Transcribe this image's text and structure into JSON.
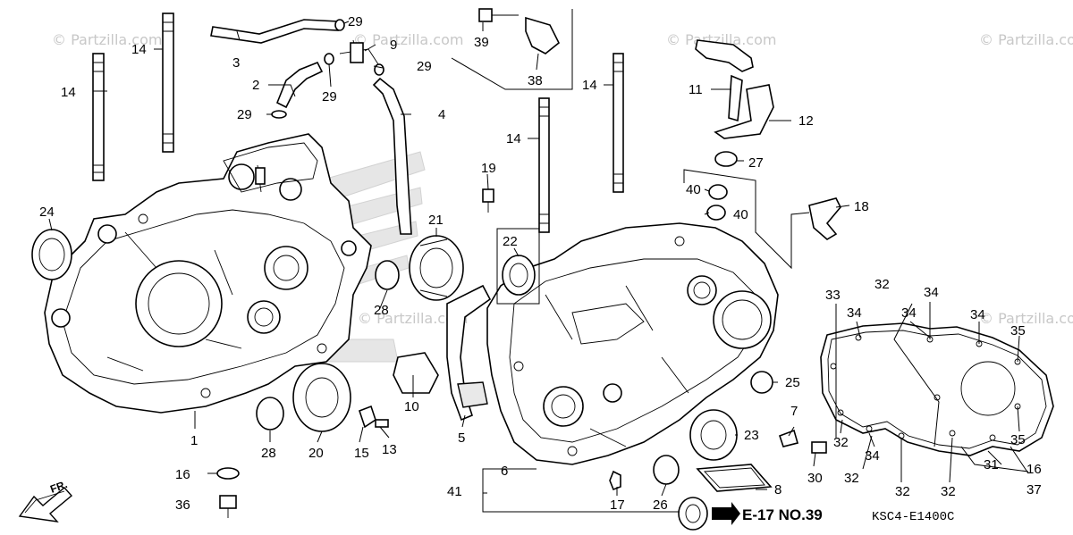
{
  "watermark": "© Partzilla.com",
  "diagram_code": "KSC4-E1400C",
  "reference": "E-17 NO.39",
  "front_label": "FR.",
  "callouts": [
    {
      "id": "c1",
      "label": "1"
    },
    {
      "id": "c2",
      "label": "2"
    },
    {
      "id": "c3",
      "label": "3"
    },
    {
      "id": "c4",
      "label": "4"
    },
    {
      "id": "c5",
      "label": "5"
    },
    {
      "id": "c6",
      "label": "6"
    },
    {
      "id": "c7",
      "label": "7"
    },
    {
      "id": "c8",
      "label": "8"
    },
    {
      "id": "c9",
      "label": "9"
    },
    {
      "id": "c10",
      "label": "10"
    },
    {
      "id": "c11",
      "label": "11"
    },
    {
      "id": "c12",
      "label": "12"
    },
    {
      "id": "c13",
      "label": "13"
    },
    {
      "id": "c14a",
      "label": "14"
    },
    {
      "id": "c14b",
      "label": "14"
    },
    {
      "id": "c14c",
      "label": "14"
    },
    {
      "id": "c14d",
      "label": "14"
    },
    {
      "id": "c15",
      "label": "15"
    },
    {
      "id": "c16a",
      "label": "16"
    },
    {
      "id": "c16b",
      "label": "16"
    },
    {
      "id": "c17",
      "label": "17"
    },
    {
      "id": "c18",
      "label": "18"
    },
    {
      "id": "c19",
      "label": "19"
    },
    {
      "id": "c20",
      "label": "20"
    },
    {
      "id": "c21",
      "label": "21"
    },
    {
      "id": "c22",
      "label": "22"
    },
    {
      "id": "c23",
      "label": "23"
    },
    {
      "id": "c24",
      "label": "24"
    },
    {
      "id": "c25",
      "label": "25"
    },
    {
      "id": "c26",
      "label": "26"
    },
    {
      "id": "c27",
      "label": "27"
    },
    {
      "id": "c28a",
      "label": "28"
    },
    {
      "id": "c28b",
      "label": "28"
    },
    {
      "id": "c29a",
      "label": "29"
    },
    {
      "id": "c29b",
      "label": "29"
    },
    {
      "id": "c29c",
      "label": "29"
    },
    {
      "id": "c29d",
      "label": "29"
    },
    {
      "id": "c30",
      "label": "30"
    },
    {
      "id": "c31",
      "label": "31"
    },
    {
      "id": "c32a",
      "label": "32"
    },
    {
      "id": "c32b",
      "label": "32"
    },
    {
      "id": "c32c",
      "label": "32"
    },
    {
      "id": "c32d",
      "label": "32"
    },
    {
      "id": "c32e",
      "label": "32"
    },
    {
      "id": "c33",
      "label": "33"
    },
    {
      "id": "c34a",
      "label": "34"
    },
    {
      "id": "c34b",
      "label": "34"
    },
    {
      "id": "c34c",
      "label": "34"
    },
    {
      "id": "c34d",
      "label": "34"
    },
    {
      "id": "c34e",
      "label": "34"
    },
    {
      "id": "c35a",
      "label": "35"
    },
    {
      "id": "c35b",
      "label": "35"
    },
    {
      "id": "c36",
      "label": "36"
    },
    {
      "id": "c37",
      "label": "37"
    },
    {
      "id": "c38",
      "label": "38"
    },
    {
      "id": "c39",
      "label": "39"
    },
    {
      "id": "c40a",
      "label": "40"
    },
    {
      "id": "c40b",
      "label": "40"
    },
    {
      "id": "c41",
      "label": "41"
    }
  ]
}
